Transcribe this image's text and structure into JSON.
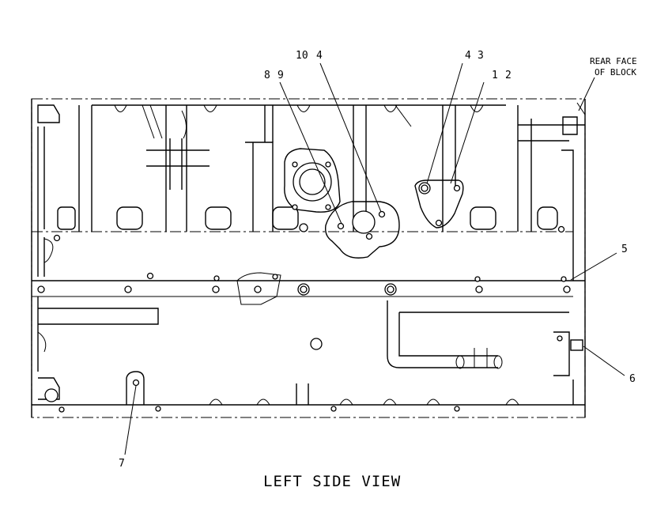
{
  "view_title": "LEFT SIDE VIEW",
  "rear_face_label": [
    "REAR FACE",
    "OF BLOCK"
  ],
  "callouts": {
    "c10": "10",
    "c4a": "4",
    "c8": "8",
    "c9": "9",
    "c4b": "4",
    "c3": "3",
    "c1": "1",
    "c2": "2",
    "c5": "5",
    "c6": "6",
    "c7": "7"
  }
}
